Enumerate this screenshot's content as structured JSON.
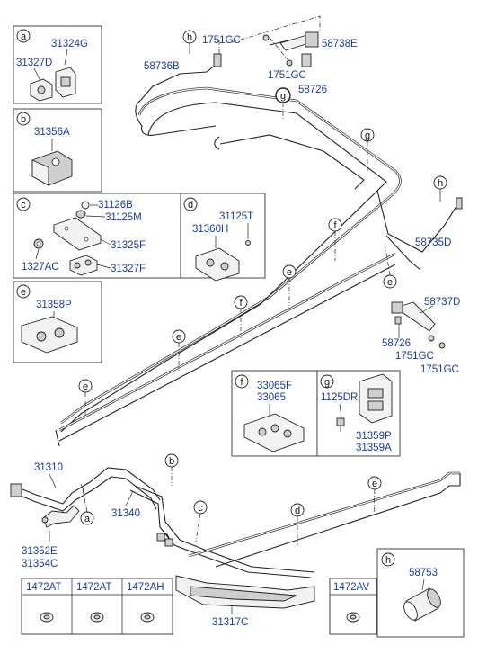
{
  "callouts": {
    "c1751gc_top": "1751GC",
    "c58738e": "58738E",
    "c58736b": "58736B",
    "c1751gc_mid": "1751GC",
    "c58726_top": "58726",
    "c58735d": "58735D",
    "c58737d": "58737D",
    "c58726_right": "58726",
    "c1751gc_r1": "1751GC",
    "c1751gc_r2": "1751GC",
    "c31310": "31310",
    "c31340": "31340",
    "c31352e": "31352E",
    "c31354c": "31354C",
    "c31317c": "31317C"
  },
  "markers": {
    "h_top": "h",
    "g_top": "g",
    "g_right": "g",
    "h_right": "h",
    "f_mid1": "f",
    "e_mid1": "e",
    "e_right": "e",
    "f_mid2": "f",
    "e_mid2": "e",
    "e_left": "e",
    "b_low": "b",
    "a_low": "a",
    "c_low": "c",
    "d_low": "d",
    "e_low": "e"
  },
  "detail_boxes": {
    "a": {
      "letter": "a",
      "p1": "31324G",
      "p2": "31327D"
    },
    "b": {
      "letter": "b",
      "p1": "31356A"
    },
    "c": {
      "letter": "c",
      "p1": "31126B",
      "p2": "31125M",
      "p3": "31325F",
      "p4": "1327AC",
      "p5": "31327F"
    },
    "d": {
      "letter": "d",
      "p1": "31125T",
      "p2": "31360H"
    },
    "e": {
      "letter": "e",
      "p1": "31358P"
    },
    "f": {
      "letter": "f",
      "p1": "33065F",
      "p2": "33065"
    },
    "g": {
      "letter": "g",
      "p1": "1125DR",
      "p2": "31359P",
      "p3": "31359A"
    },
    "h": {
      "letter": "h",
      "p1": "58753"
    }
  },
  "clip_table": {
    "headers": [
      "1472AT",
      "1472AT",
      "1472AH"
    ],
    "single": "1472AV"
  }
}
